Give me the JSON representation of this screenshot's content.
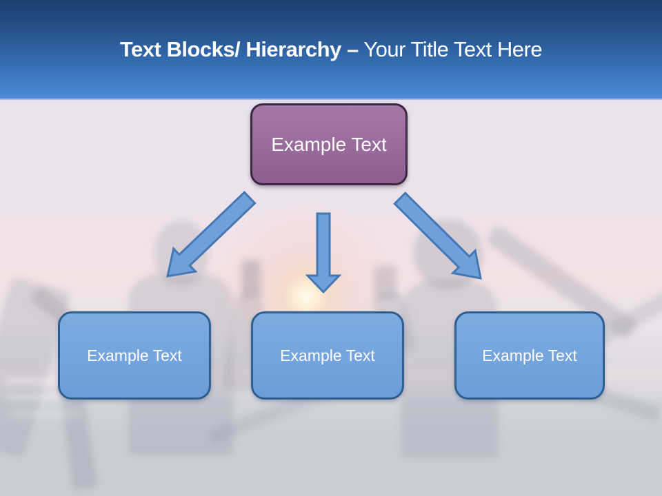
{
  "slide_title": {
    "bold": "Text Blocks/ Hierarchy –",
    "regular": " Your Title Text Here"
  },
  "hierarchy": {
    "root": {
      "label": "Example Text"
    },
    "children": [
      {
        "label": "Example Text"
      },
      {
        "label": "Example Text"
      },
      {
        "label": "Example Text"
      }
    ]
  },
  "colors": {
    "header_gradient_top": "#1A3F6F",
    "header_gradient_bottom": "#4C8BD6",
    "title_text": "#FFFFFF",
    "root_box_fill": "#996B9C",
    "root_box_border": "#3B2740",
    "child_box_fill": "#73A4DD",
    "child_box_border": "#2E5E90",
    "arrow_fill": "#6FA0DC",
    "arrow_border": "#4478B5",
    "box_text": "#FFFFFF"
  }
}
